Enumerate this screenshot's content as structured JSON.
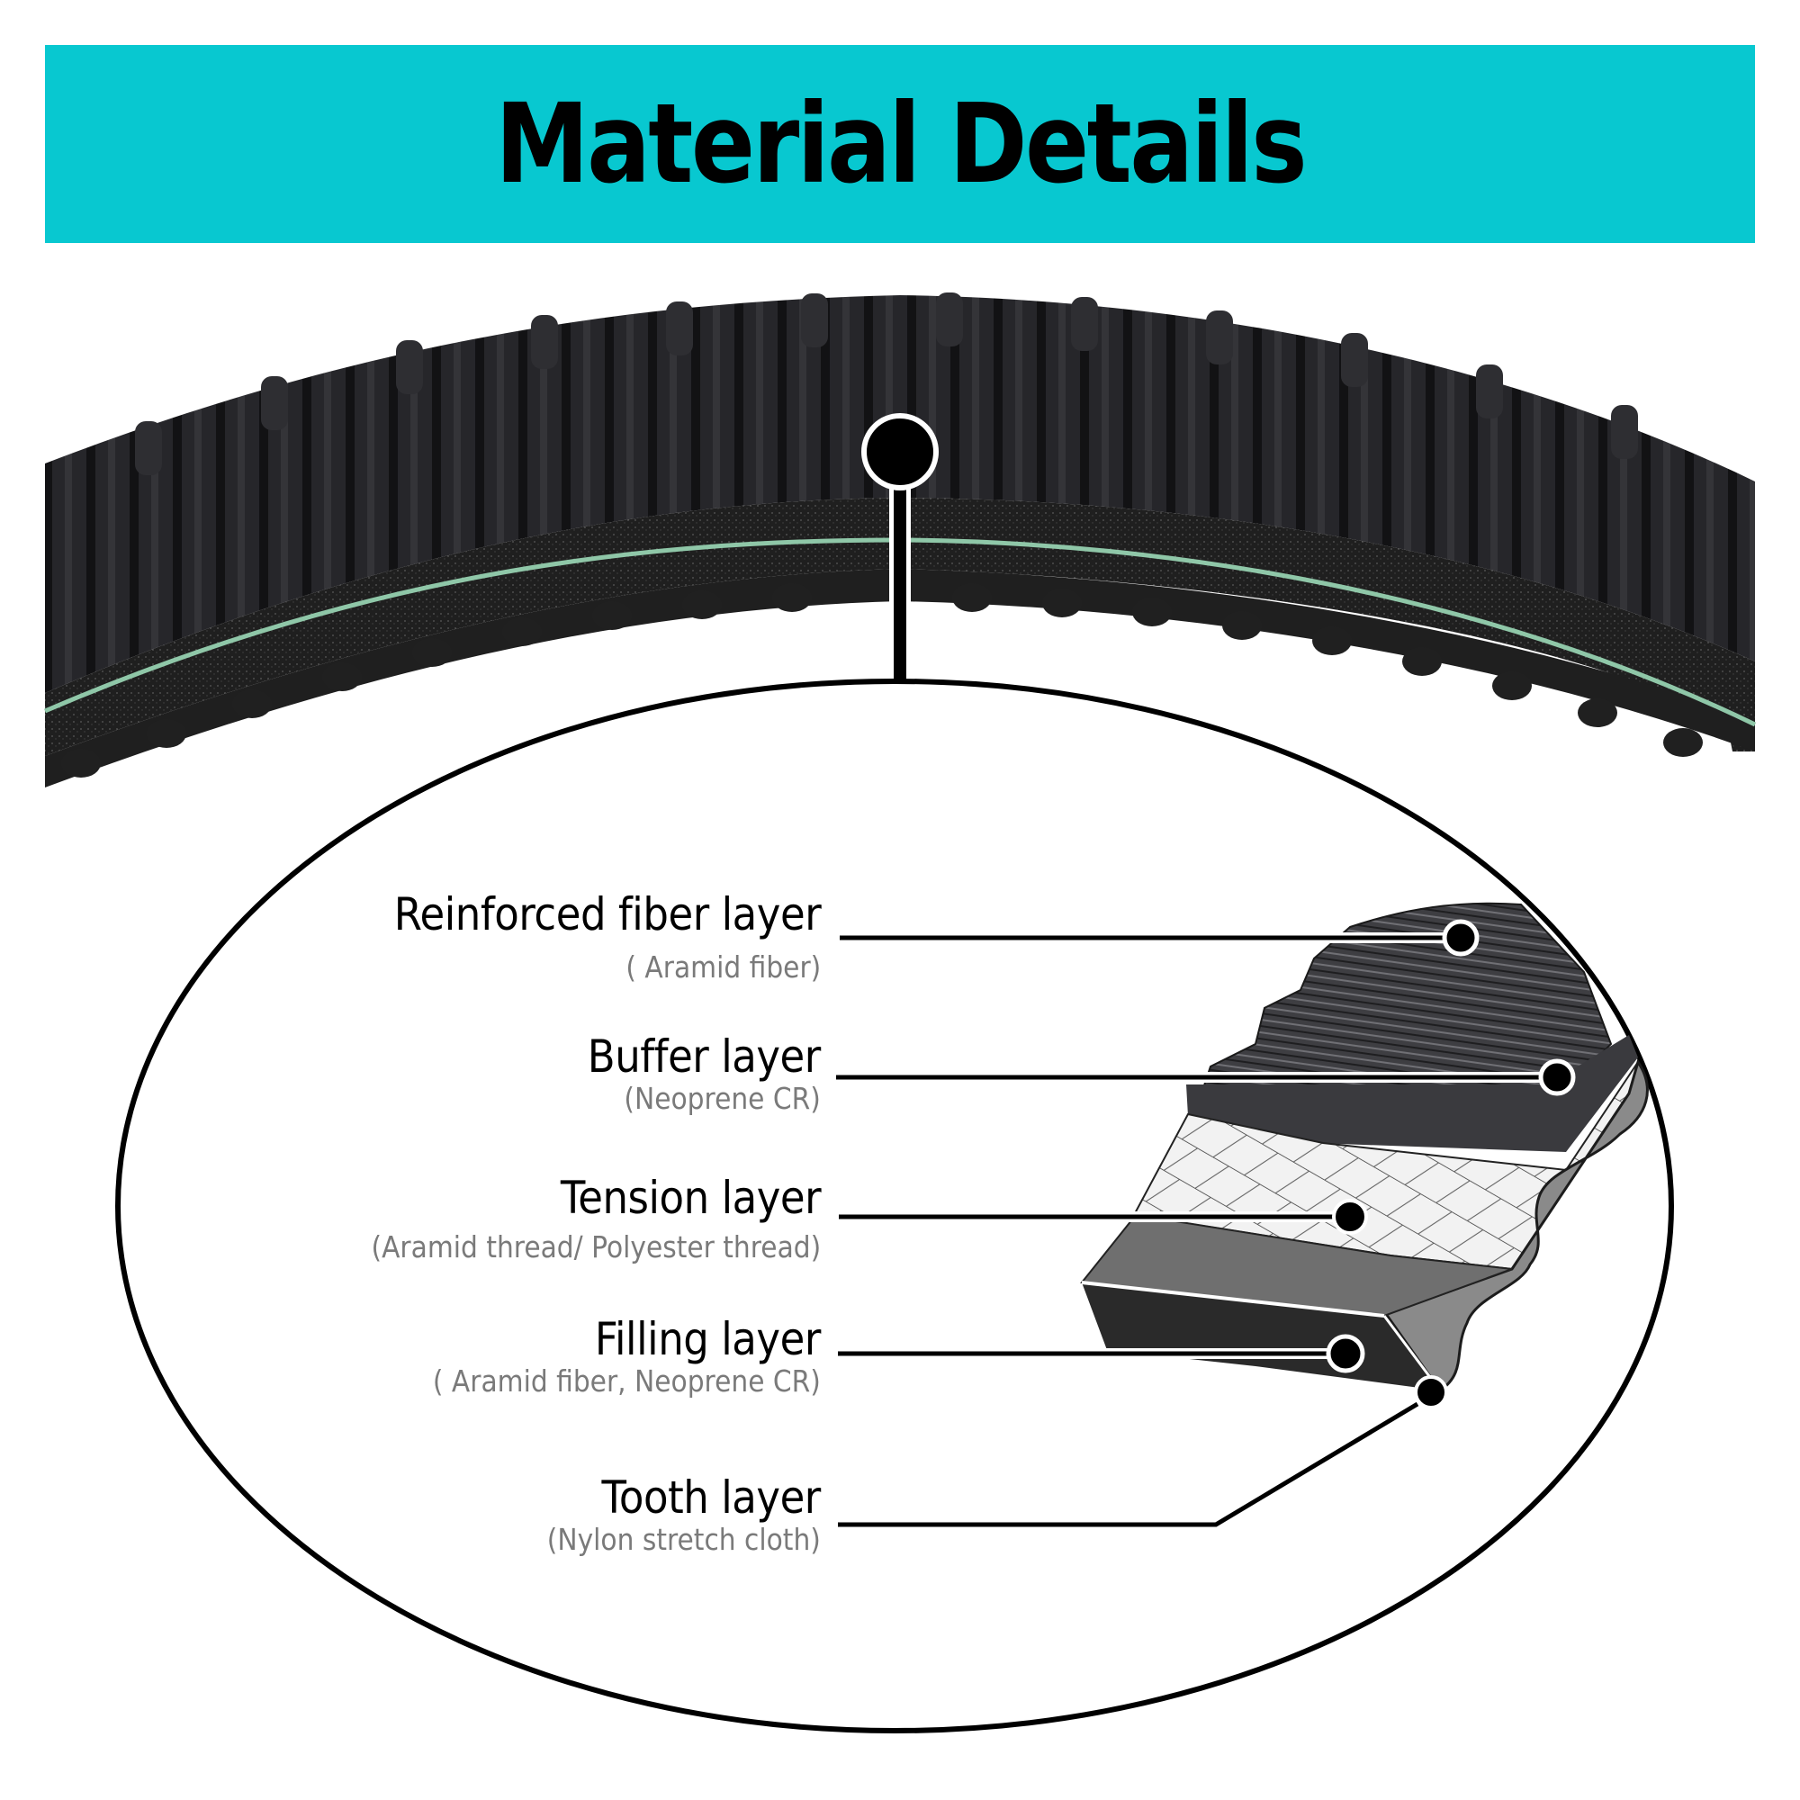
{
  "header": {
    "title": "Material Details",
    "background_color": "#08c8d0"
  },
  "belt_photo": {
    "description": "close-up of black timing belt arc with green tension cord",
    "cord_color": "#8fc7a8"
  },
  "callout": {
    "marker": "black dot with white ring",
    "connector": "vertical line to ellipse"
  },
  "layers": [
    {
      "name": "Reinforced fiber layer",
      "material": "( Aramid fiber)"
    },
    {
      "name": "Buffer layer",
      "material": "(Neoprene CR)"
    },
    {
      "name": "Tension layer",
      "material": "(Aramid thread/ Polyester thread)"
    },
    {
      "name": "Filling layer",
      "material": "( Aramid fiber, Neoprene CR)"
    },
    {
      "name": "Tooth layer",
      "material": "(Nylon stretch cloth)"
    }
  ]
}
